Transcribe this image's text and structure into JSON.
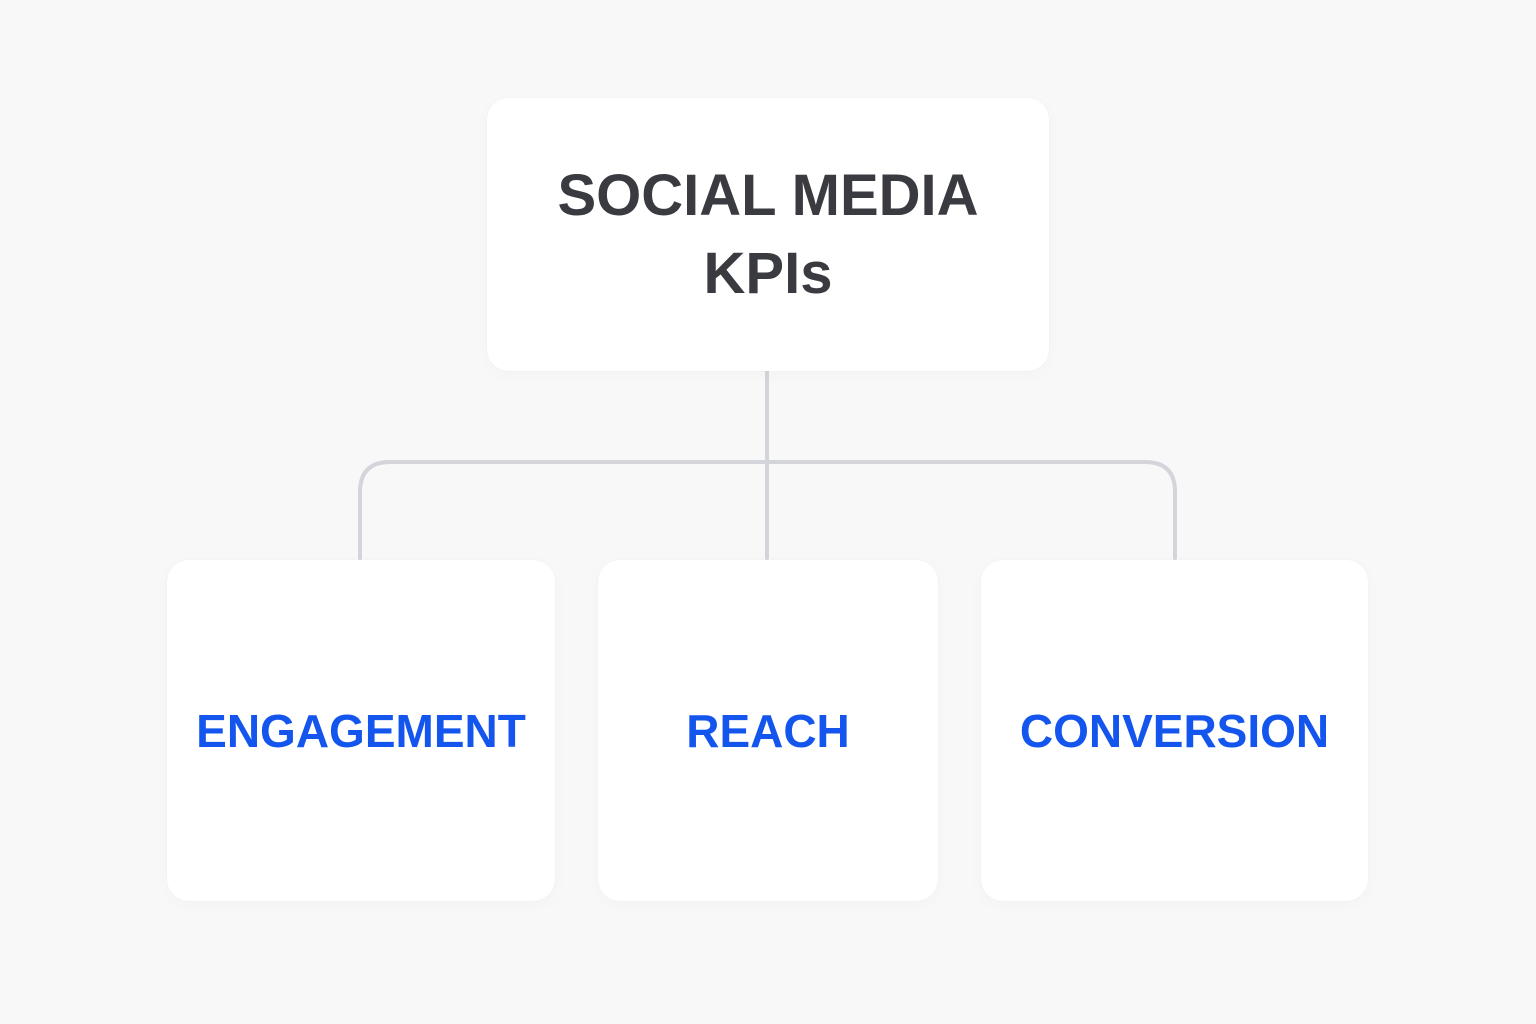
{
  "diagram": {
    "root": {
      "title": "SOCIAL MEDIA KPIs"
    },
    "children": [
      {
        "label": "ENGAGEMENT"
      },
      {
        "label": "REACH"
      },
      {
        "label": "CONVERSION"
      }
    ]
  },
  "colors": {
    "background": "#f8f8f9",
    "node_fill": "#ffffff",
    "root_text": "#3a3b40",
    "child_text": "#1456ed",
    "connector": "#d4d4db"
  }
}
